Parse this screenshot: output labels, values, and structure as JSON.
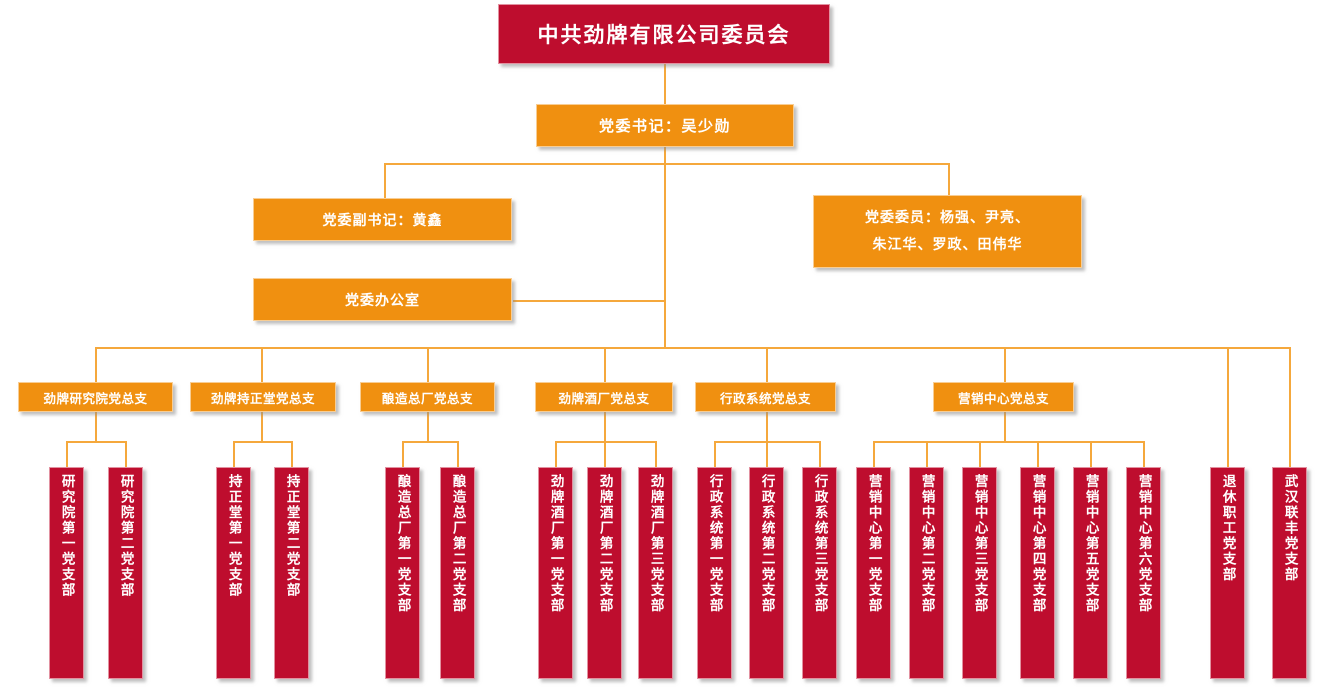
{
  "chart": {
    "title": "中共劲牌有限公司委员会",
    "colors": {
      "red": "#BE0D2E",
      "orange": "#F09010",
      "line": "#F5A83C",
      "text": "#FFFFFF",
      "background": "#FFFFFF"
    }
  },
  "root": {
    "label": "中共劲牌有限公司委员会"
  },
  "secretary": {
    "label": "党委书记：吴少勋"
  },
  "deputy_secretary": {
    "label": "党委副书记：黄鑫"
  },
  "office": {
    "label": "党委办公室"
  },
  "members": {
    "line1": "党委委员：杨强、尹亮、",
    "line2": "朱江华、罗政、田伟华"
  },
  "branches": [
    {
      "label": "劲牌研究院党总支"
    },
    {
      "label": "劲牌持正堂党总支"
    },
    {
      "label": "酿造总厂党总支"
    },
    {
      "label": "劲牌酒厂党总支"
    },
    {
      "label": "行政系统党总支"
    },
    {
      "label": "营销中心党总支"
    }
  ],
  "leaves": [
    {
      "label": "研究院第一党支部",
      "group": "劲牌研究院党总支"
    },
    {
      "label": "研究院第二党支部",
      "group": "劲牌研究院党总支"
    },
    {
      "label": "持正堂第一党支部",
      "group": "劲牌持正堂党总支"
    },
    {
      "label": "持正堂第二党支部",
      "group": "劲牌持正堂党总支"
    },
    {
      "label": "酿造总厂第一党支部",
      "group": "酿造总厂党总支"
    },
    {
      "label": "酿造总厂第二党支部",
      "group": "酿造总厂党总支"
    },
    {
      "label": "劲牌酒厂第一党支部",
      "group": "劲牌酒厂党总支"
    },
    {
      "label": "劲牌酒厂第二党支部",
      "group": "劲牌酒厂党总支"
    },
    {
      "label": "劲牌酒厂第三党支部",
      "group": "劲牌酒厂党总支"
    },
    {
      "label": "行政系统第一党支部",
      "group": "行政系统党总支"
    },
    {
      "label": "行政系统第二党支部",
      "group": "行政系统党总支"
    },
    {
      "label": "行政系统第三党支部",
      "group": "行政系统党总支"
    },
    {
      "label": "营销中心第一党支部",
      "group": "营销中心党总支"
    },
    {
      "label": "营销中心第二党支部",
      "group": "营销中心党总支"
    },
    {
      "label": "营销中心第三党支部",
      "group": "营销中心党总支"
    },
    {
      "label": "营销中心第四党支部",
      "group": "营销中心党总支"
    },
    {
      "label": "营销中心第五党支部",
      "group": "营销中心党总支"
    },
    {
      "label": "营销中心第六党支部",
      "group": "营销中心党总支"
    },
    {
      "label": "退休职工党支部",
      "group": ""
    },
    {
      "label": "武汉联丰党支部",
      "group": ""
    }
  ]
}
